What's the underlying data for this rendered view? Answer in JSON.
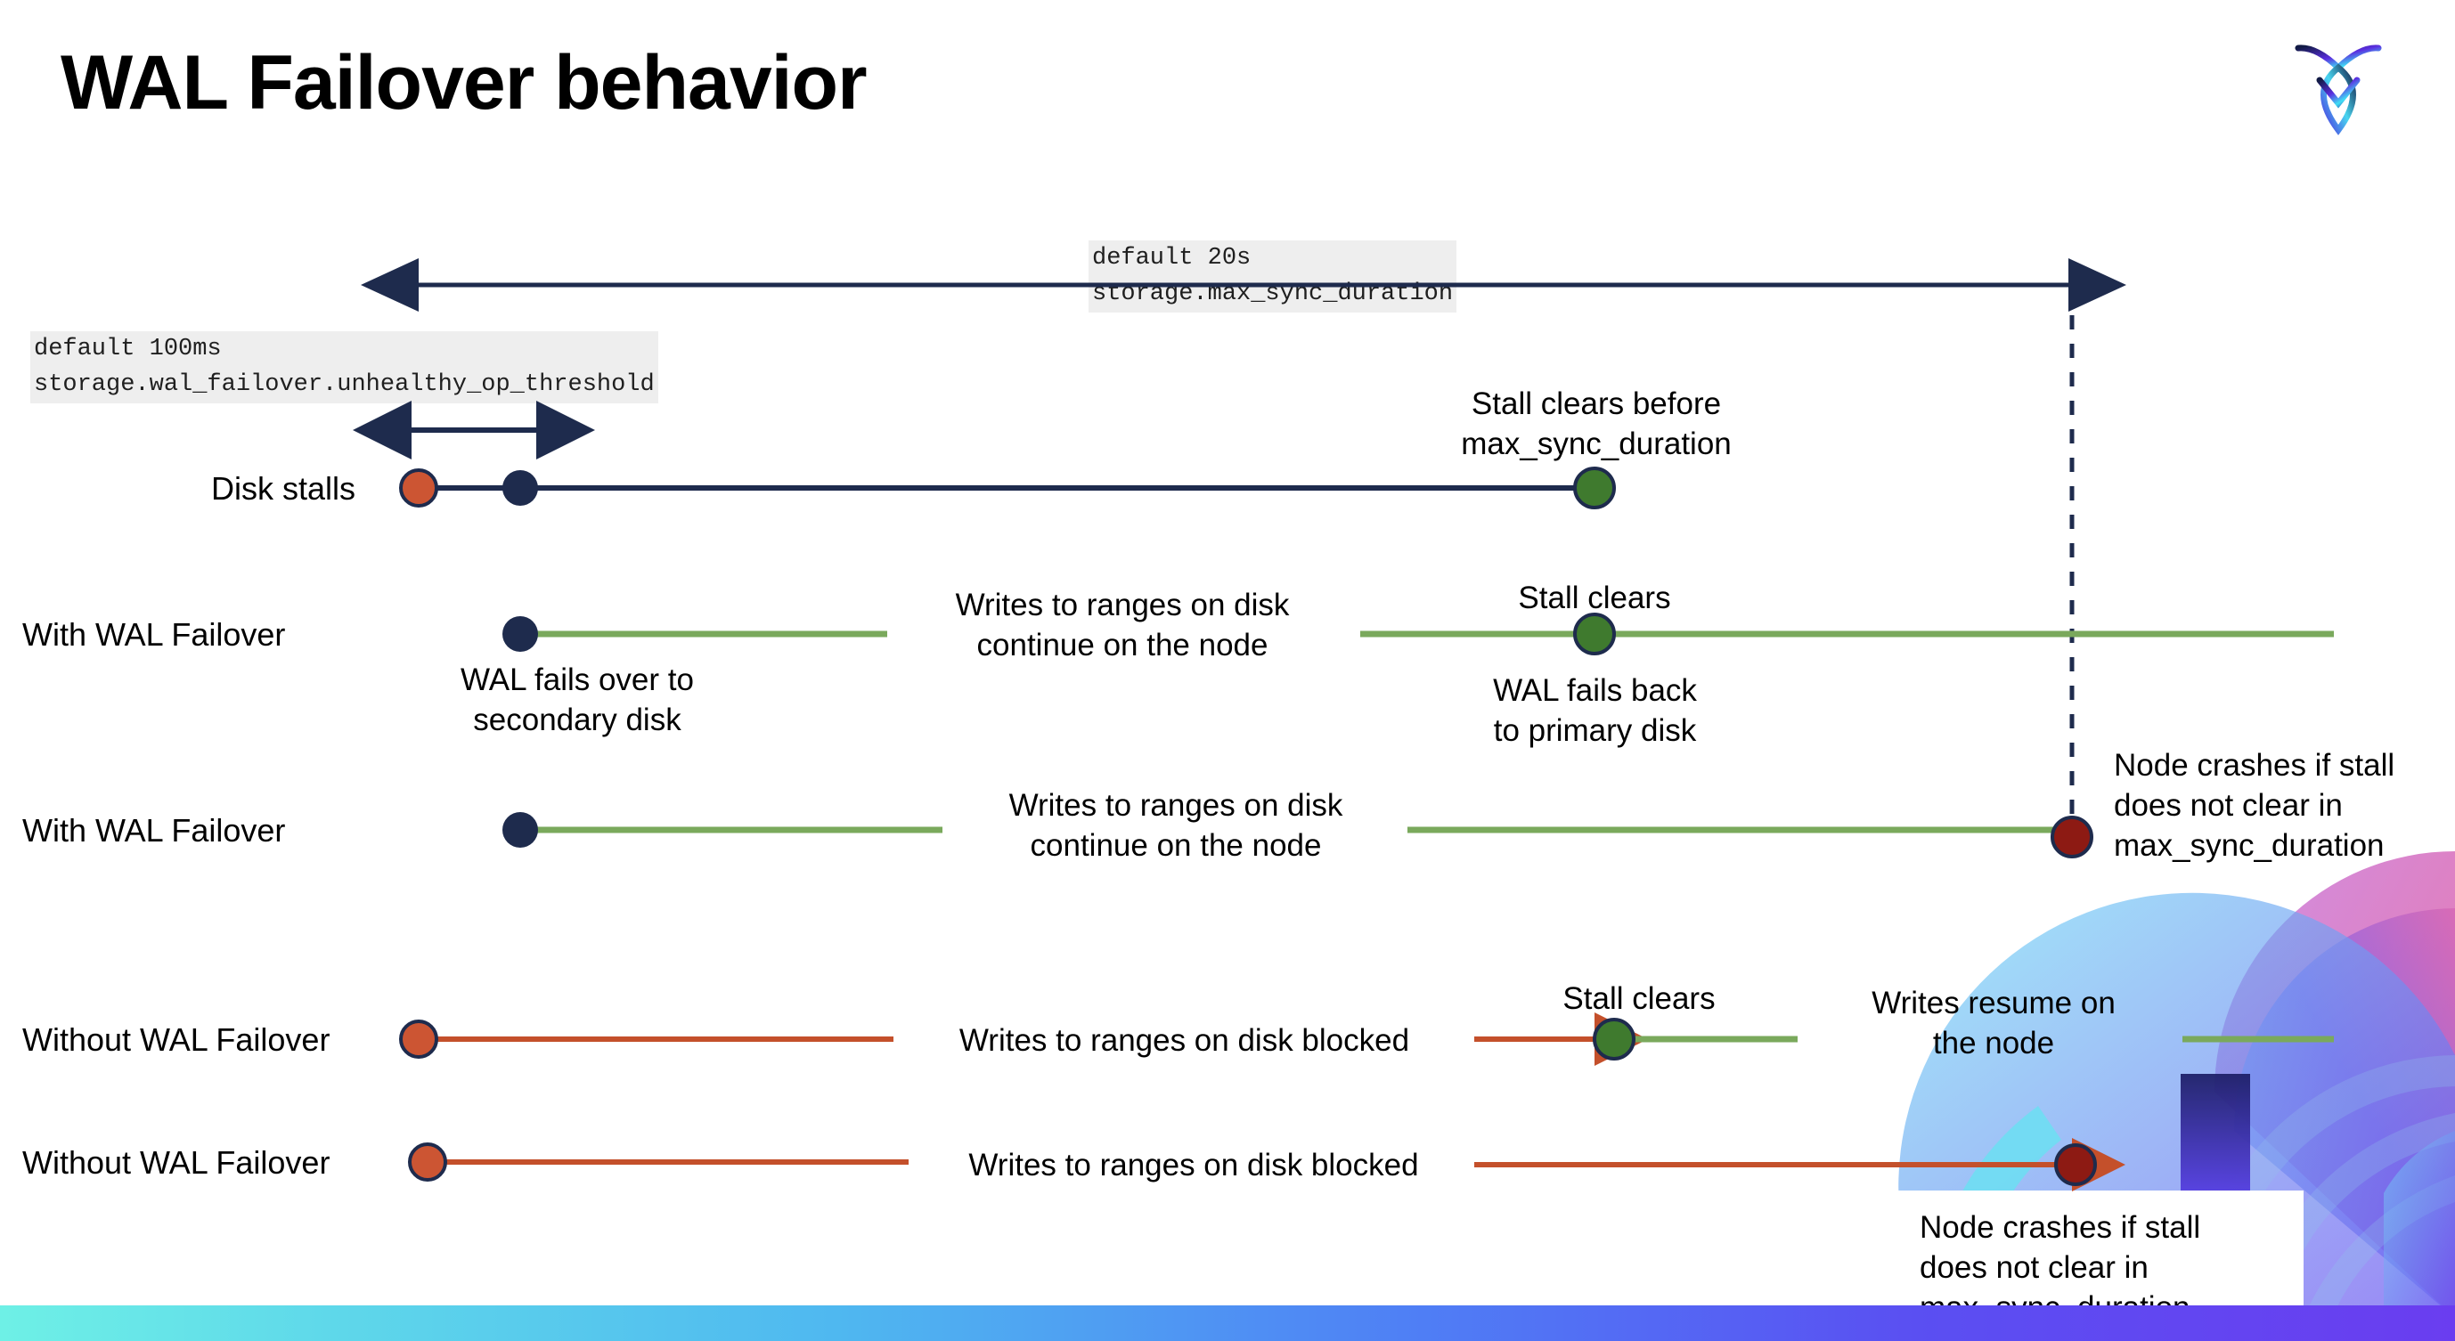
{
  "slide": {
    "title": "WAL Failover behavior",
    "logo_name": "cockroachdb-logo"
  },
  "annotations": {
    "max_sync": {
      "line1": "default 20s",
      "line2": "storage.max_sync_duration"
    },
    "unhealthy": {
      "line1": "default 100ms",
      "line2": "storage.wal_failover.unhealthy_op_threshold"
    }
  },
  "rows": [
    {
      "label": "Disk stalls",
      "note_top": "Stall clears before\nmax_sync_duration",
      "note_top_l1": "Stall clears before",
      "note_top_l2": "max_sync_duration"
    },
    {
      "label": "With WAL Failover",
      "mid_l1": "Writes to ranges on disk",
      "mid_l2": "continue on the node",
      "stall_clears": "Stall clears",
      "below_left_l1": "WAL fails over to",
      "below_left_l2": "secondary disk",
      "below_right_l1": "WAL fails  back",
      "below_right_l2": "to primary disk"
    },
    {
      "label": "With WAL Failover",
      "mid_l1": "Writes to ranges on disk",
      "mid_l2": "continue on the node",
      "crash_l1": "Node crashes if stall",
      "crash_l2": "does not clear in",
      "crash_l3": "max_sync_duration"
    },
    {
      "label": "Without WAL Failover",
      "mid": "Writes to ranges on disk  blocked",
      "stall_clears": "Stall clears",
      "resume_l1": "Writes resume on",
      "resume_l2": "the node"
    },
    {
      "label": "Without WAL Failover",
      "mid": "Writes to ranges on disk  blocked",
      "crash_l1": "Node crashes if stall",
      "crash_l2": "does not clear in",
      "crash_l3": "max_sync_duration"
    }
  ],
  "colors": {
    "navy": "#1f2d४c",
    "navy_hex": "#1e2b4d",
    "green_line": "#7aa95c",
    "green_dot": "#3f7a2e",
    "orange": "#c4502b",
    "orange_dot": "#cc5533",
    "dark_red": "#8d1a13",
    "chip_bg": "#eeeeee",
    "bar_start": "#6ef0e6",
    "bar_end": "#6a3df0"
  },
  "chart_data": {
    "type": "timeline",
    "title": "WAL Failover behavior",
    "scenarios": [
      {
        "name": "Disk stalls",
        "events": [
          "stall starts",
          "unhealthy_op_threshold reached",
          "stall clears before max_sync_duration"
        ]
      },
      {
        "name": "With WAL Failover",
        "events": [
          "WAL fails over to secondary disk",
          "writes continue on the node",
          "stall clears",
          "WAL fails back to primary disk"
        ]
      },
      {
        "name": "With WAL Failover",
        "events": [
          "WAL fails over to secondary disk",
          "writes continue on the node",
          "node crashes if stall does not clear in max_sync_duration"
        ]
      },
      {
        "name": "Without WAL Failover",
        "events": [
          "writes blocked",
          "stall clears",
          "writes resume on the node"
        ]
      },
      {
        "name": "Without WAL Failover",
        "events": [
          "writes blocked",
          "node crashes if stall does not clear in max_sync_duration"
        ]
      }
    ],
    "thresholds": [
      {
        "label": "storage.wal_failover.unhealthy_op_threshold",
        "value": "100ms"
      },
      {
        "label": "storage.max_sync_duration",
        "value": "20s"
      }
    ]
  }
}
